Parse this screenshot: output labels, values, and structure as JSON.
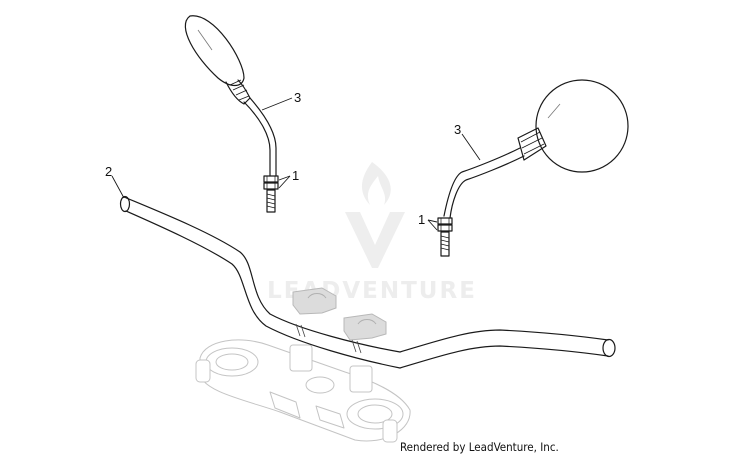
{
  "diagram": {
    "callouts": [
      {
        "id": "left-mirror-arm",
        "text": "3"
      },
      {
        "id": "left-mirror-nut",
        "text": "1"
      },
      {
        "id": "handlebar",
        "text": "2"
      },
      {
        "id": "right-mirror-arm",
        "text": "3"
      },
      {
        "id": "right-mirror-nut",
        "text": "1"
      }
    ],
    "watermark": {
      "text": "LEADVENTURE",
      "logo": "flame-v-logo"
    },
    "credit": "Rendered by LeadVenture, Inc."
  }
}
